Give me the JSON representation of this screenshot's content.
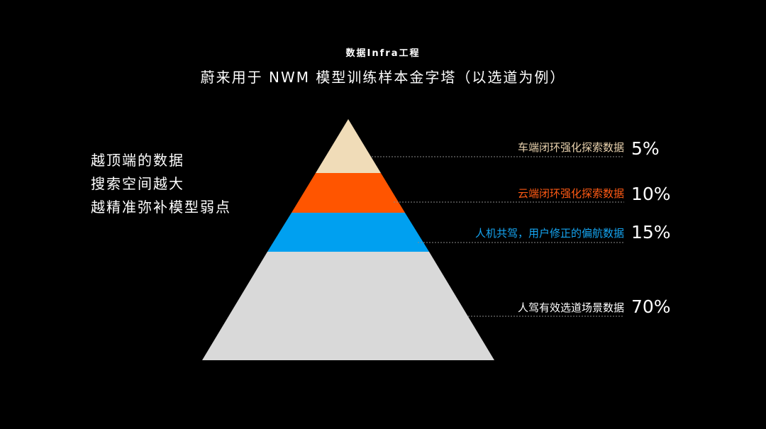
{
  "header": {
    "tag": "数据Infra工程",
    "title": "蔚来用于 NWM 模型训练样本金字塔（以选道为例）"
  },
  "side_text": {
    "lines": [
      "越顶端的数据",
      "搜索空间越大",
      "越精准弥补模型弱点"
    ]
  },
  "pyramid": {
    "layers": [
      {
        "label": "车端闭环强化探索数据",
        "percent": "5%",
        "color": "#F0DCB8",
        "label_color": "#E9D2AE"
      },
      {
        "label": "云端闭环强化探索数据",
        "percent": "10%",
        "color": "#FF5500",
        "label_color": "#FF5A14"
      },
      {
        "label": "人机共驾，用户修正的偏航数据",
        "percent": "15%",
        "color": "#00A0F0",
        "label_color": "#15A4F0"
      },
      {
        "label": "人驾有效选道场景数据",
        "percent": "70%",
        "color": "#D9D9D9",
        "label_color": "#FFFFFF"
      }
    ]
  }
}
